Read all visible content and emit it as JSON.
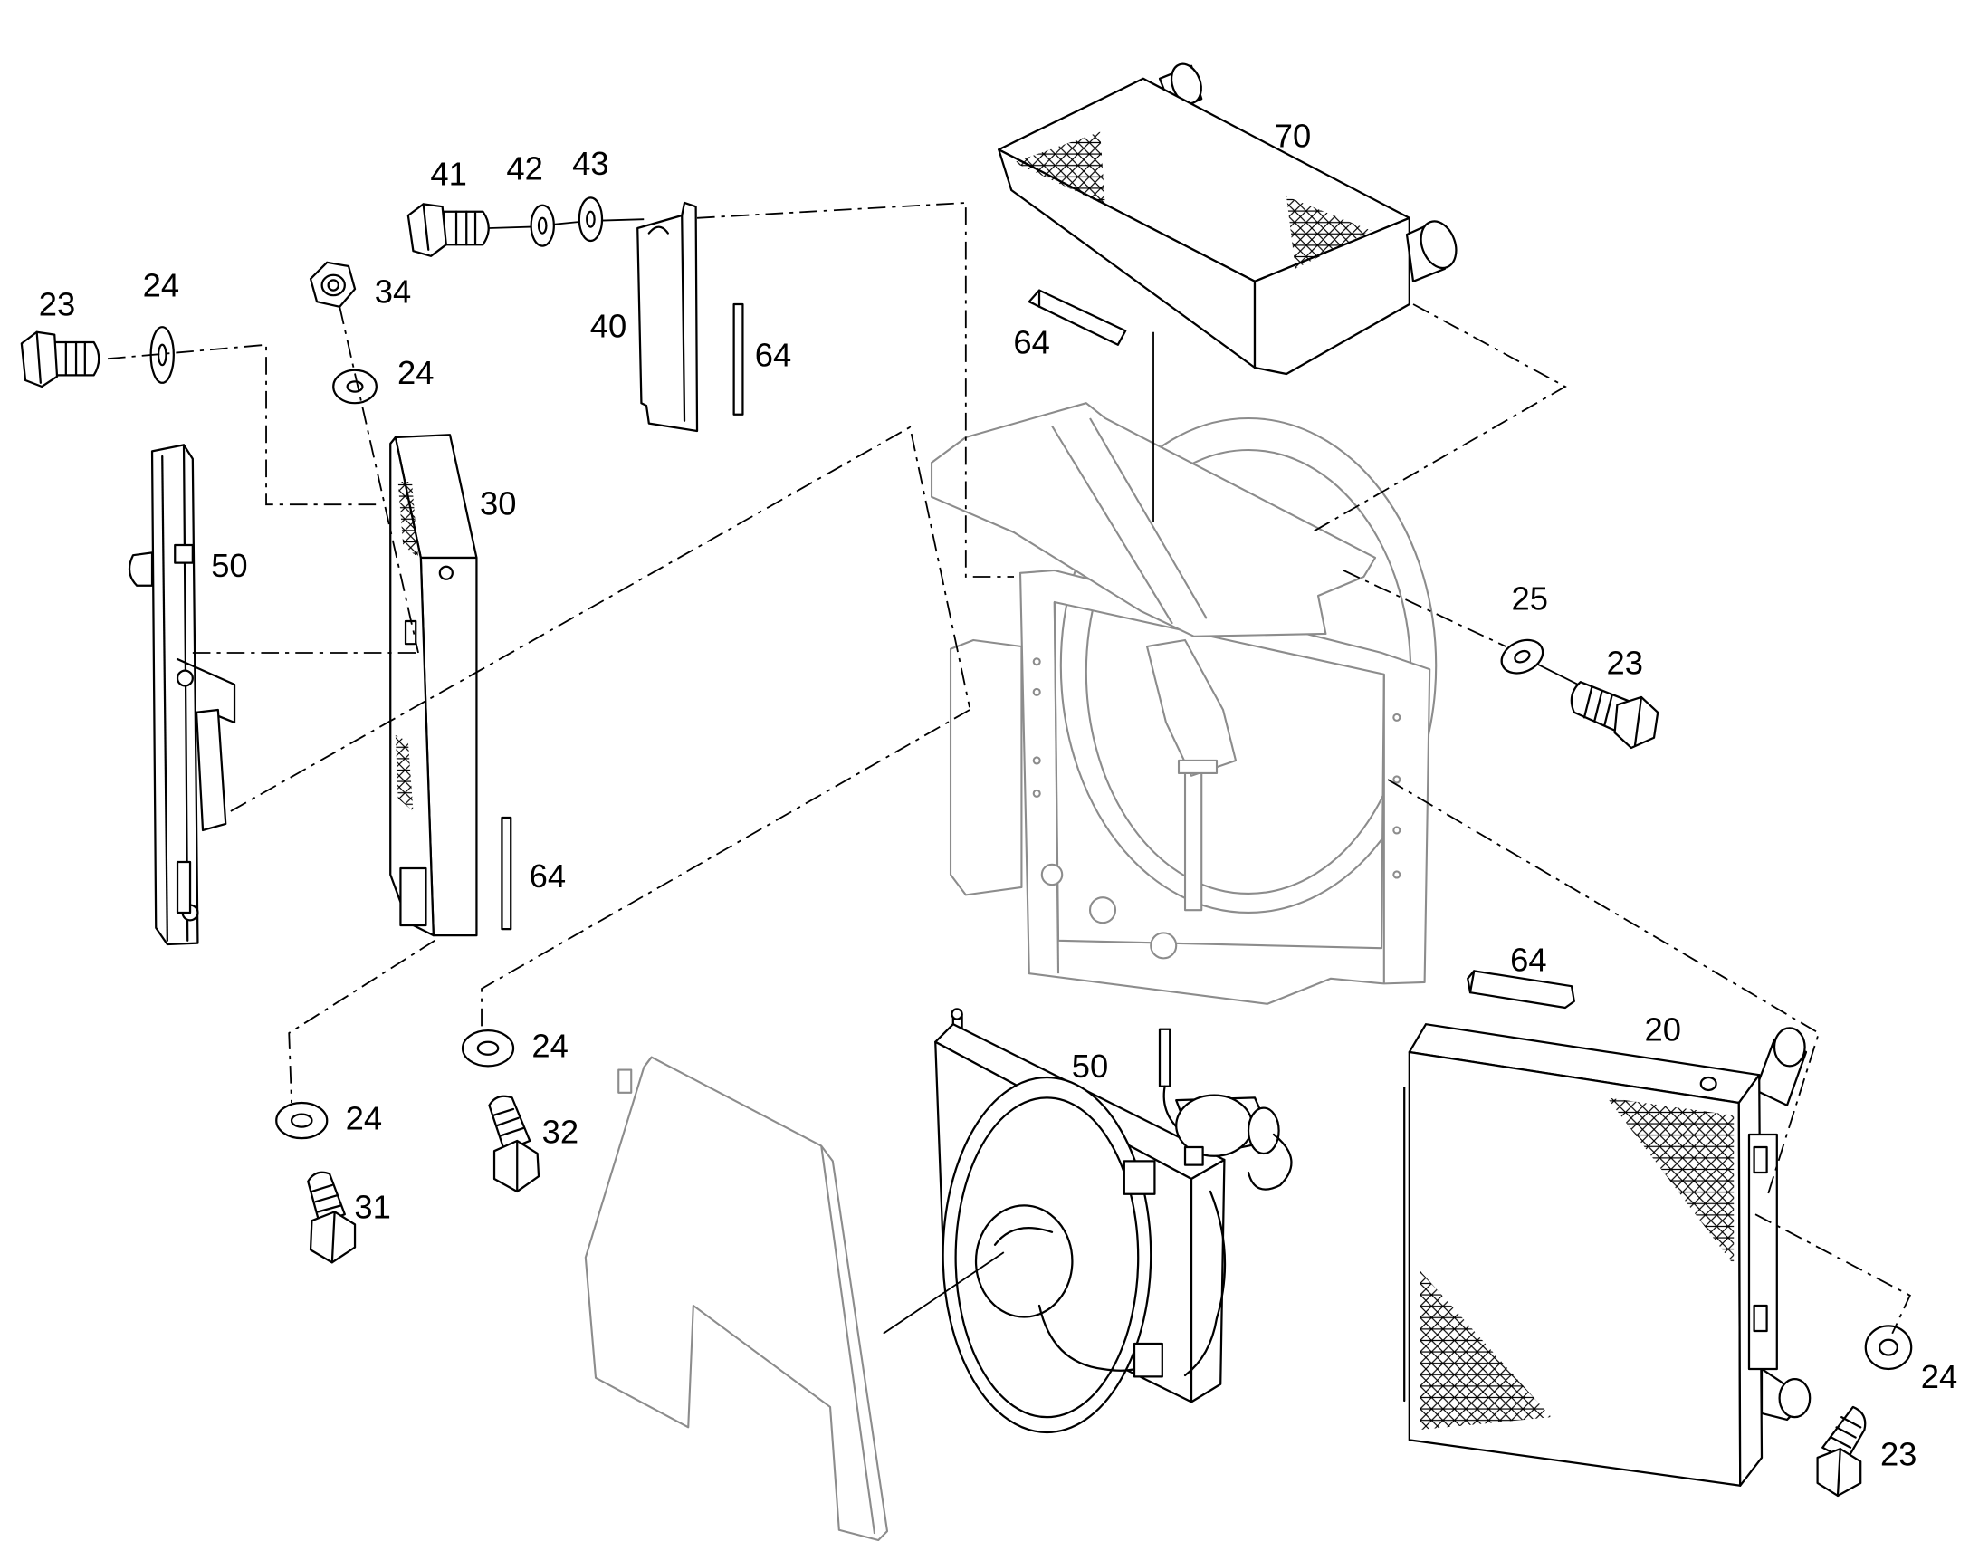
{
  "diagram": {
    "callouts": [
      "70",
      "41",
      "42",
      "43",
      "23",
      "24",
      "34",
      "24",
      "40",
      "64",
      "64",
      "30",
      "50",
      "25",
      "23",
      "64",
      "64",
      "20",
      "50",
      "24",
      "32",
      "24",
      "31",
      "24",
      "23"
    ]
  },
  "colors": {
    "ink": "#000000",
    "faded": "#8c8c8c",
    "paper": "#ffffff"
  }
}
